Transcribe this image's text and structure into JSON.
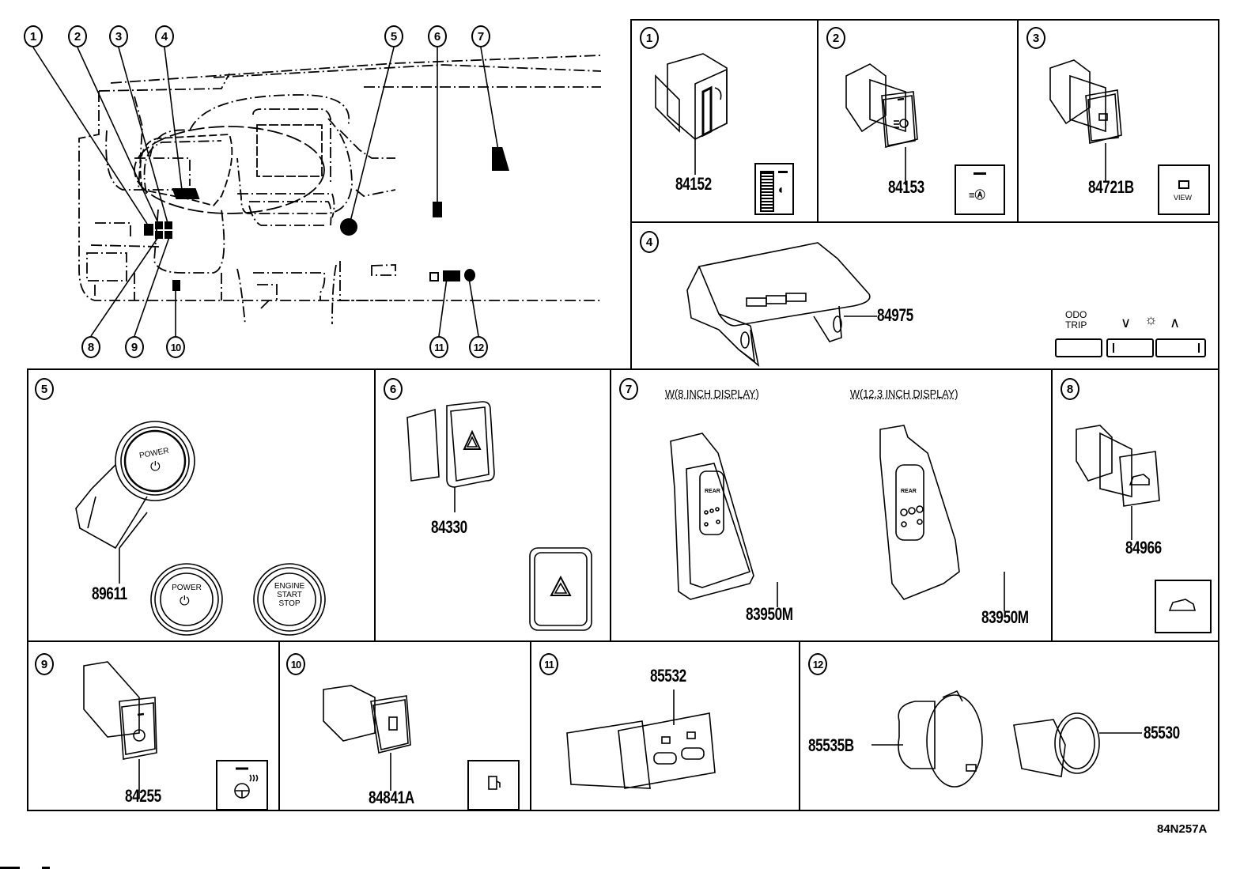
{
  "diagram_id": "84N257A",
  "overview": {
    "callouts_top": [
      "1",
      "2",
      "3",
      "4",
      "5",
      "6",
      "7"
    ],
    "callouts_bottom": [
      "8",
      "9",
      "10",
      "11",
      "12"
    ]
  },
  "panels": [
    {
      "index": "1",
      "parts": [
        "84152"
      ]
    },
    {
      "index": "2",
      "parts": [
        "84153"
      ]
    },
    {
      "index": "3",
      "parts": [
        "84721B"
      ],
      "icon_label": "VIEW"
    },
    {
      "index": "4",
      "parts": [
        "84975"
      ],
      "legend": {
        "odo_line1": "ODO",
        "odo_line2": "TRIP",
        "down": "∨",
        "up": "∧"
      }
    },
    {
      "index": "5",
      "parts": [
        "89611"
      ],
      "button_labels": {
        "power": "POWER",
        "engine_line1": "ENGINE",
        "engine_line2": "START",
        "engine_line3": "STOP"
      }
    },
    {
      "index": "6",
      "parts": [
        "84330"
      ]
    },
    {
      "index": "7",
      "parts": [
        "83950M",
        "83950M"
      ],
      "variants": [
        "W(8 INCH DISPLAY)",
        "W(12.3 INCH DISPLAY)"
      ],
      "label_rear": "REAR"
    },
    {
      "index": "8",
      "parts": [
        "84966"
      ]
    },
    {
      "index": "9",
      "parts": [
        "84255"
      ]
    },
    {
      "index": "10",
      "parts": [
        "84841A"
      ]
    },
    {
      "index": "11",
      "parts": [
        "85532"
      ]
    },
    {
      "index": "12",
      "parts": [
        "85535B",
        "85530"
      ]
    }
  ]
}
